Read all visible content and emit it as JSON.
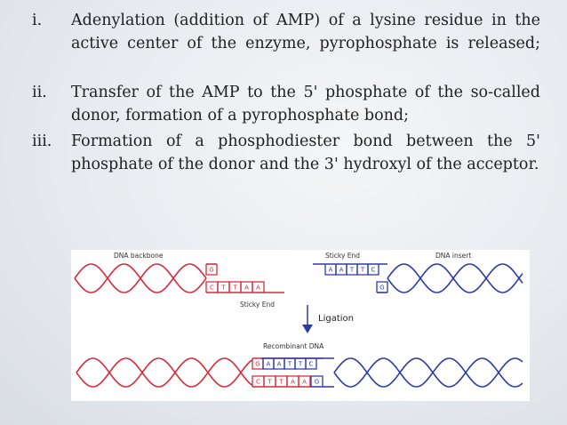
{
  "list": [
    {
      "num": "i.",
      "text": "Adenylation (addition of AMP) of a lysine residue in the active center of the enzyme, pyrophosphate is released;"
    },
    {
      "num": "ii.",
      "text": "Transfer of the AMP to the 5' phosphate of the so-called donor, formation of a pyrophosphate bond;"
    },
    {
      "num": "iii.",
      "text": "Formation of a phosphodiester bond between the 5' phosphate of the donor and the 3' hydroxyl of the acceptor."
    }
  ],
  "figure": {
    "dna_backbone": "DNA backbone",
    "sticky_end_top": "Sticky End",
    "dna_insert": "DNA insert",
    "sticky_end_bottom": "Sticky End",
    "ligation": "Ligation",
    "recombinant_dna": "Recombinant DNA",
    "left_top_bases": [
      "G"
    ],
    "left_bottom_bases": [
      "C",
      "T",
      "T",
      "A",
      "A"
    ],
    "right_top_bases": [
      "A",
      "A",
      "T",
      "T",
      "C"
    ],
    "right_bottom_bases": [
      "G"
    ],
    "result_top_bases": [
      "G",
      "A",
      "A",
      "T",
      "T",
      "C"
    ],
    "result_bottom_bases": [
      "C",
      "T",
      "T",
      "A",
      "A",
      "G"
    ],
    "colors": {
      "red_strand": "#d8293a",
      "blue_strand": "#2b3aa8",
      "arrow": "#2b3aa8"
    }
  }
}
